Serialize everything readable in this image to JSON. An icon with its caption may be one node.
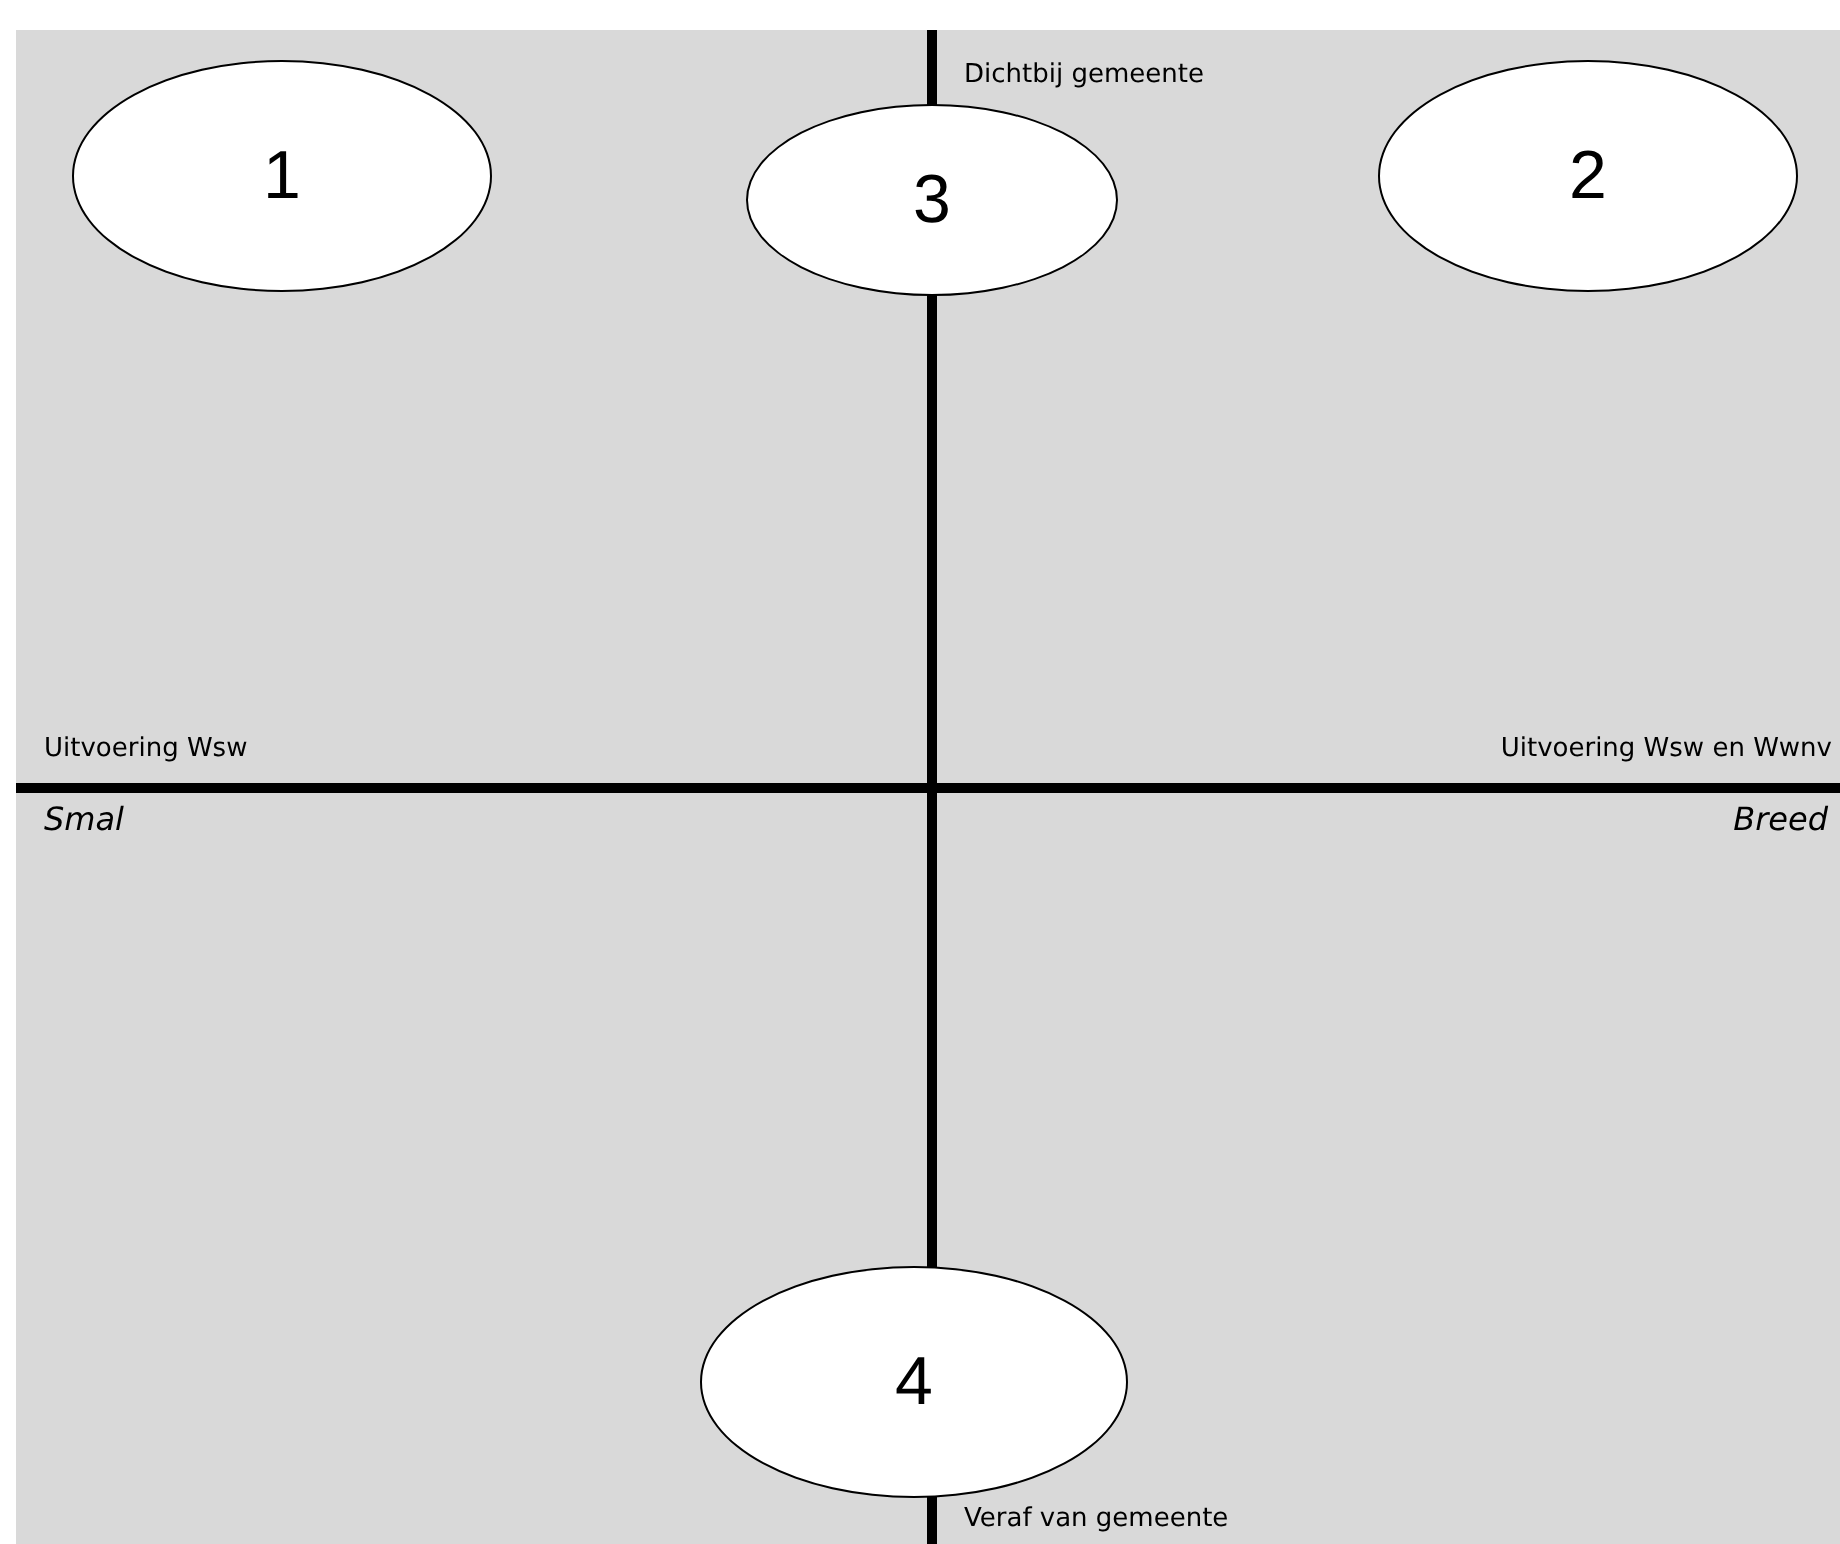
{
  "diagram": {
    "nodes": [
      {
        "text": [
          "1"
        ]
      },
      {
        "text": [
          "3"
        ]
      },
      {
        "text": [
          "2"
        ]
      },
      {
        "text": [
          "4"
        ]
      }
    ],
    "labels": [
      "Dichtbij gemeente",
      "Uitvoering Wsw",
      "Uitvoering Wsw en Wwnv",
      "Smal",
      "Breed",
      "Veraf van gemeente"
    ]
  }
}
